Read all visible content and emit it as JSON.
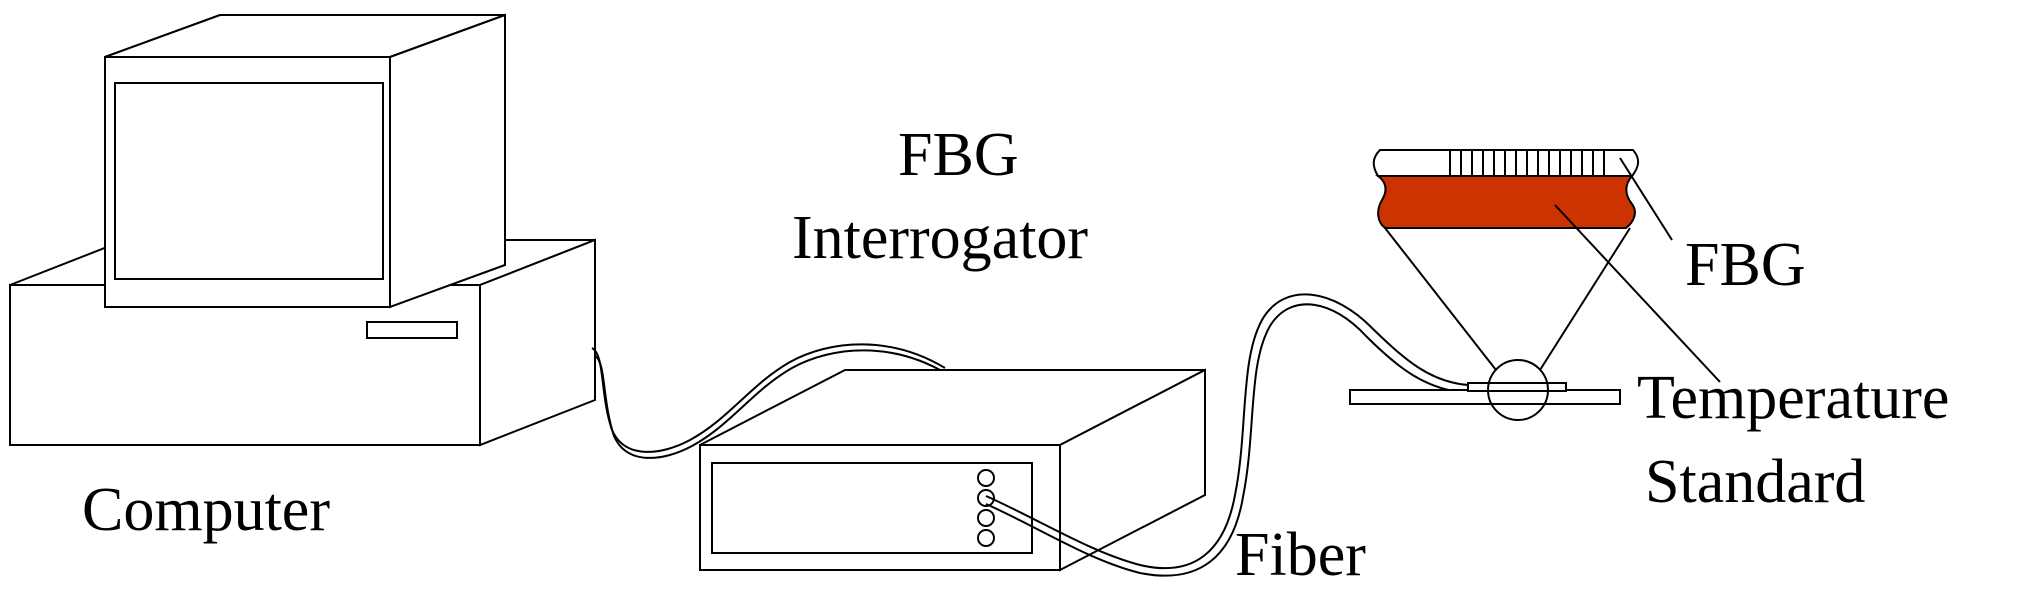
{
  "labels": {
    "computer": "Computer",
    "interrogator_line1": "FBG",
    "interrogator_line2": "Interrogator",
    "fiber": "Fiber",
    "fbg": "FBG",
    "standard_line1": "Temperature",
    "standard_line2": "Standard"
  },
  "colors": {
    "line": "#000000",
    "background": "#ffffff",
    "temperature_standard": "#cc3300"
  },
  "icons": {
    "computer": "desktop-computer-icon",
    "interrogator": "interrogator-box-icon",
    "sensor": "fbg-sensor-icon"
  }
}
